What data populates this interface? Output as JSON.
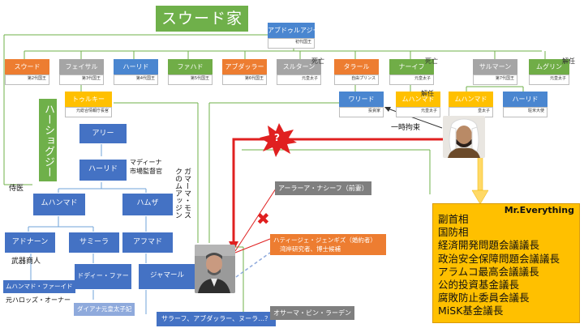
{
  "saud_title": "スウード家",
  "hashoggi_title": "ハーショグジー家",
  "founder": {
    "name": "アブドゥルアジーズ",
    "note": "初代国王"
  },
  "sons": [
    {
      "name": "スウード",
      "note": "第2代国王"
    },
    {
      "name": "フェイサル",
      "note": "第3代国王"
    },
    {
      "name": "ハーリド",
      "note": "第4代国王"
    },
    {
      "name": "ファハド",
      "note": "第5代国王"
    },
    {
      "name": "アブダッラー",
      "note": "第6代国王"
    },
    {
      "name": "スルターン",
      "note": "元皇太子",
      "died": "死亡"
    },
    {
      "name": "タラール",
      "note": "自由プリンス"
    },
    {
      "name": "ナーイフ",
      "note": "元皇太子",
      "died": "死亡"
    },
    {
      "name": "サルマーン",
      "note": "第7代国王"
    },
    {
      "name": "ムグリン",
      "note": "元皇太子",
      "died": "解任"
    }
  ],
  "grandsons": [
    {
      "name": "トゥルキー",
      "note": "元総合情報庁長官"
    },
    {
      "name": "ワリード",
      "note": "投資家"
    },
    {
      "name": "ムハンマド",
      "note": "元皇太子",
      "died": "解任"
    },
    {
      "name": "ムハンマド",
      "note": "皇太子"
    },
    {
      "name": "ハーリド",
      "note": "駐米大使"
    }
  ],
  "detention_label": "一時拘束",
  "hashoggi": {
    "ali": "アリー",
    "khalid": "ハーリド",
    "khalid_role": "マディーナ\n市場監督官",
    "muhammad": "ムハンマド",
    "muhammad_role": "侍医",
    "hamza": "ハムザ",
    "hamza_role": "ガマーマ・モス\nクのムアッジン",
    "adnan": "アドナーン",
    "adnan_role": "武器商人",
    "samira": "サミーラ",
    "ahmad": "アフマド",
    "dodi": "ドディー・ファーイド",
    "jamal": "ジャマール",
    "muhammad_fayed": "ムハンマド・ファーイド",
    "muhammad_fayed_role": "元ハロッズ・オーナー",
    "diana": "ダイアナ元皇太子妃",
    "children": "サラーフ、アブダッラー、ヌーラ…？"
  },
  "related": {
    "alaa": "アーラーア・ナシーフ（前妻）",
    "hatice": "ハティージェ・ジェンギズ（婚約者）",
    "hatice_role": "湾岸研究者、博士候補",
    "osama": "オサーマ・ビン・ラーデン"
  },
  "question_mark": "?",
  "cross_mark": "✖",
  "mr_everything": {
    "title": "Mr.Everything",
    "roles": [
      "副首相",
      "国防相",
      "経済開発問題会議議長",
      "政治安全保障問題会議議長",
      "アラムコ最高会議議長",
      "公的投資基金議長",
      "腐敗防止委員会議長",
      "MiSK基金議長"
    ]
  },
  "colors": {
    "green": "#6fb04a",
    "orange": "#ed7d31",
    "gray": "#a5a5a5",
    "blue": "#4472c4",
    "yellow": "#ffc000",
    "red": "#e02020"
  }
}
